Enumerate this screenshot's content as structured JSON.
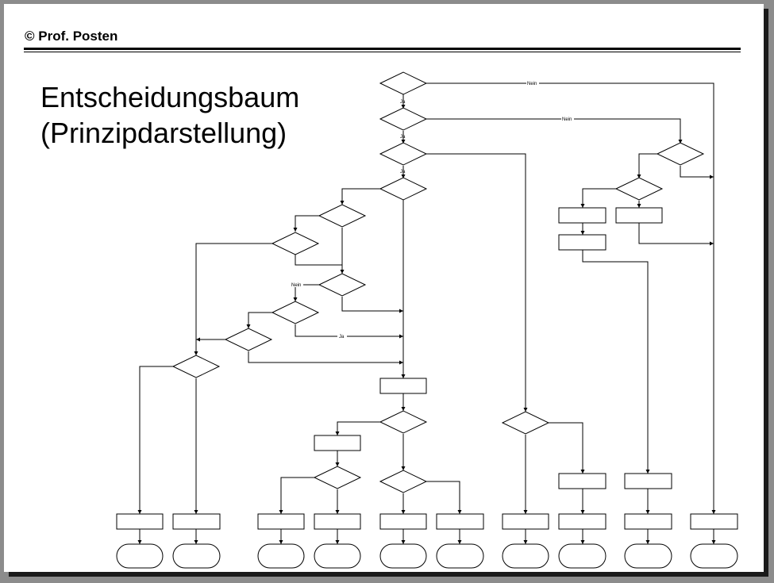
{
  "header": {
    "text": "© Prof. Posten"
  },
  "title": {
    "line1": "Entscheidungsbaum",
    "line2": "(Prinzipdarstellung)"
  },
  "labels": {
    "nein": "Nein",
    "ja": "Ja"
  }
}
